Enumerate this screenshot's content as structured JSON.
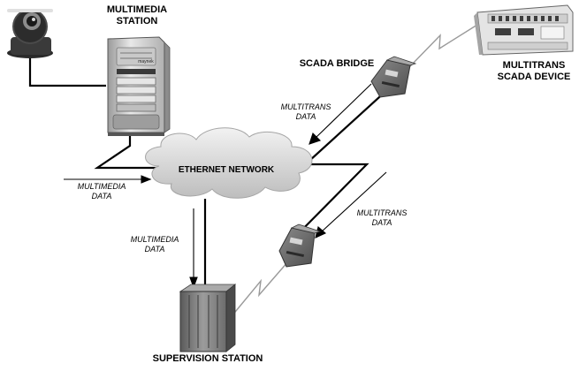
{
  "labels": {
    "multimedia_station": [
      "MULTIMEDIA",
      "STATION"
    ],
    "scada_bridge": "SCADA BRIDGE",
    "multitrans_device": [
      "MULTITRANS",
      "SCADA DEVICE"
    ],
    "ethernet_network": "ETHERNET NETWORK",
    "supervision_station": "SUPERVISION STATION"
  },
  "flows": {
    "multitrans_data_top": [
      "MULTITRANS",
      "DATA"
    ],
    "multimedia_data_left": [
      "MULTIMEDIA",
      "DATA"
    ],
    "multitrans_data_right": [
      "MULTITRANS",
      "DATA"
    ],
    "multimedia_data_bottom": [
      "MULTIMEDIA",
      "DATA"
    ]
  },
  "server_badge": "maynek"
}
